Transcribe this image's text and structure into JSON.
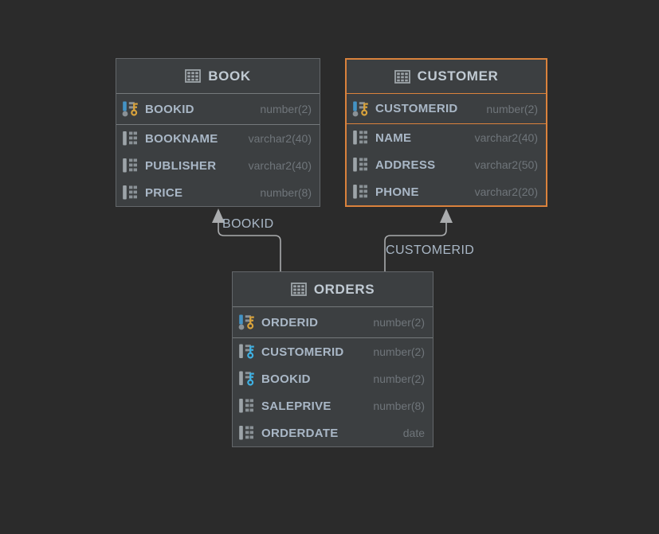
{
  "diagram": {
    "type": "database-er-diagram",
    "colors": {
      "background": "#2b2b2b",
      "table_fill": "#3c3f41",
      "table_border": "#63676a",
      "selected_border_orange": "#da823c",
      "column_name_text": "#a9b7c6",
      "column_type_text": "#6f757a",
      "title_text": "#c0cad3",
      "connector_line": "#aaacae",
      "primary_key_gold": "#d9a33c",
      "foreign_key_blue": "#3fb1e3",
      "pk_column_blue": "#4493c5"
    },
    "tables": [
      {
        "title": "BOOK",
        "selected": false,
        "title_icon": "table-icon",
        "columns": [
          {
            "name": "BOOKID",
            "type": "number(2)",
            "icon": "primary-key-icon"
          },
          {
            "name": "BOOKNAME",
            "type": "varchar2(40)",
            "icon": "column-icon"
          },
          {
            "name": "PUBLISHER",
            "type": "varchar2(40)",
            "icon": "column-icon"
          },
          {
            "name": "PRICE",
            "type": "number(8)",
            "icon": "column-icon"
          }
        ]
      },
      {
        "title": "CUSTOMER",
        "selected": true,
        "title_icon": "table-icon",
        "columns": [
          {
            "name": "CUSTOMERID",
            "type": "number(2)",
            "icon": "primary-key-icon"
          },
          {
            "name": "NAME",
            "type": "varchar2(40)",
            "icon": "column-icon"
          },
          {
            "name": "ADDRESS",
            "type": "varchar2(50)",
            "icon": "column-icon"
          },
          {
            "name": "PHONE",
            "type": "varchar2(20)",
            "icon": "column-icon"
          }
        ]
      },
      {
        "title": "ORDERS",
        "selected": false,
        "title_icon": "table-icon",
        "columns": [
          {
            "name": "ORDERID",
            "type": "number(2)",
            "icon": "primary-key-icon"
          },
          {
            "name": "CUSTOMERID",
            "type": "number(2)",
            "icon": "foreign-key-icon"
          },
          {
            "name": "BOOKID",
            "type": "number(2)",
            "icon": "foreign-key-icon"
          },
          {
            "name": "SALEPRIVE",
            "type": "number(8)",
            "icon": "column-icon"
          },
          {
            "name": "ORDERDATE",
            "type": "date",
            "icon": "column-icon"
          }
        ]
      }
    ],
    "relationships": [
      {
        "label": "BOOKID",
        "from_table": "ORDERS",
        "to_table": "BOOK"
      },
      {
        "label": "CUSTOMERID",
        "from_table": "ORDERS",
        "to_table": "CUSTOMER"
      }
    ]
  }
}
